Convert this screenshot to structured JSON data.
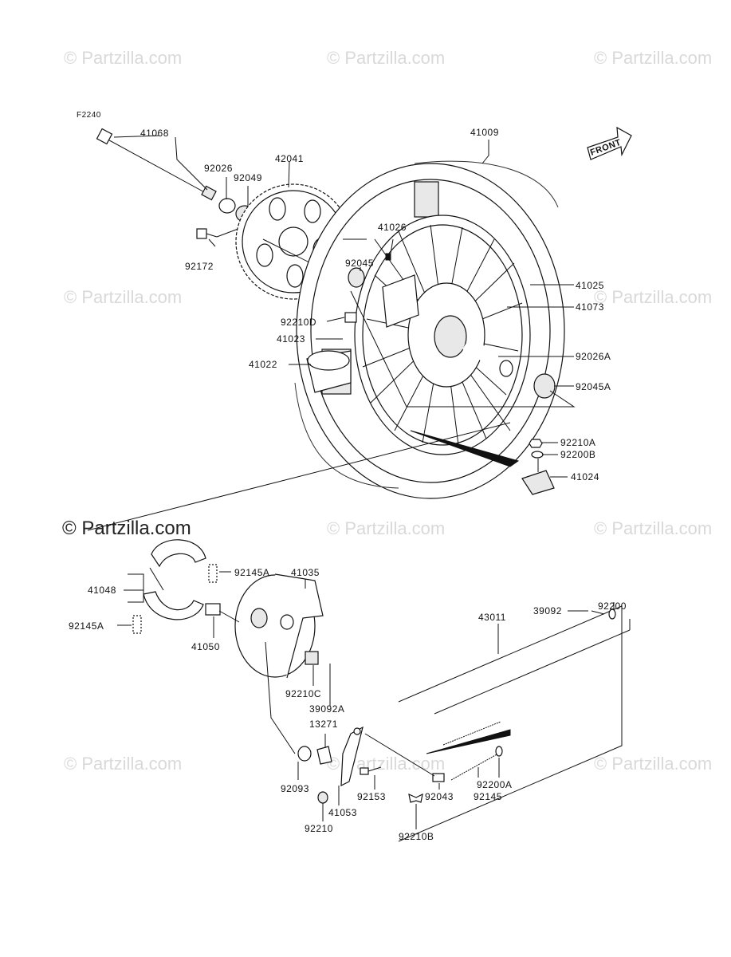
{
  "figure_code": "F2240",
  "front_label": "FRONT",
  "watermark": {
    "text": "© Partzilla.com"
  },
  "parts": [
    "41068",
    "92026",
    "92049",
    "42041",
    "92172",
    "41026",
    "92045",
    "41009",
    "41025",
    "41073",
    "92210D",
    "41023",
    "41022",
    "92026A",
    "92045A",
    "92210A",
    "92200B",
    "41024",
    "41048",
    "92145A",
    "41035",
    "92145A",
    "41050",
    "92210C",
    "39092A",
    "13271",
    "92093",
    "92210",
    "41053",
    "92153",
    "92043",
    "92210B",
    "92145",
    "92200A",
    "43011",
    "39092",
    "92200"
  ]
}
